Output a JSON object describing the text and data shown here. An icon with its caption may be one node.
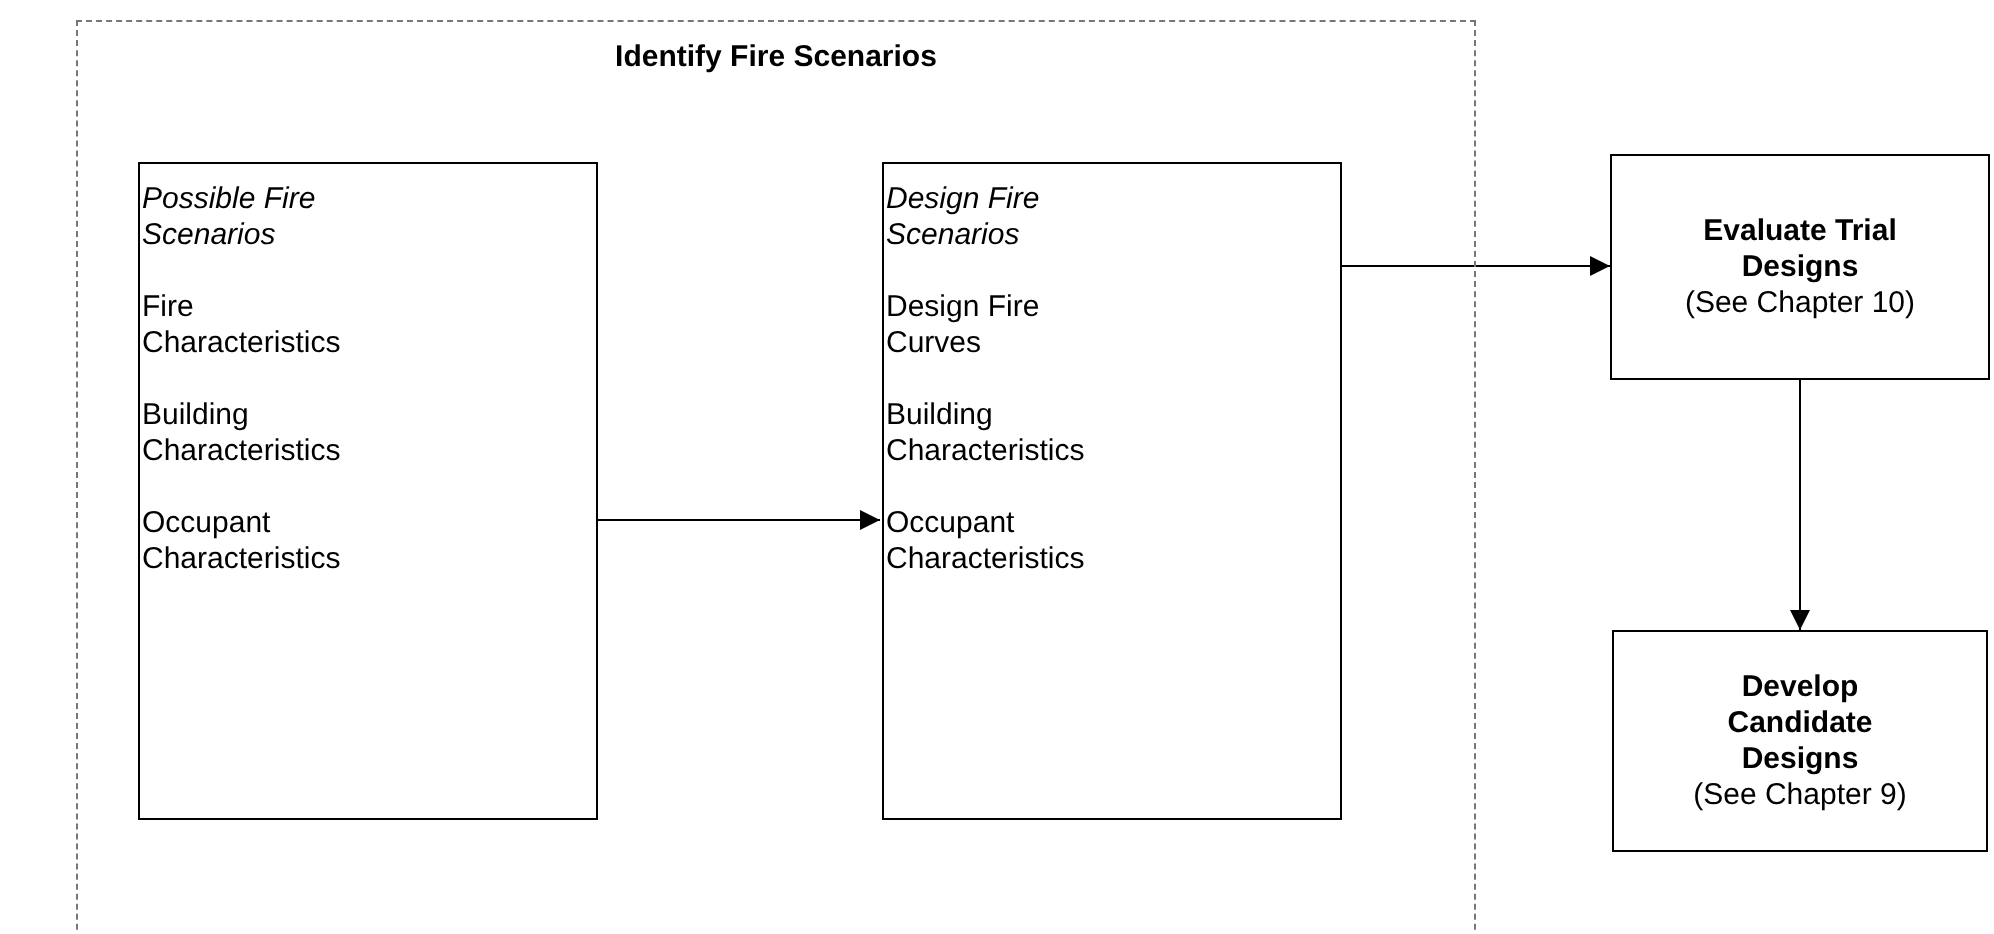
{
  "diagram": {
    "nodes": [
      {
        "text": [
          "Identify Fire Scenarios"
        ]
      },
      {
        "text": [
          "Possible Fire Scenarios",
          "Fire Characteristics",
          "Building Characteristics",
          "Occupant Characteristics"
        ],
        "in": 0
      },
      {
        "text": [
          "Design Fire Scenarios",
          "Design Fire Curves",
          "Building Characteristics",
          "Occupant Characteristics"
        ],
        "in": 0
      },
      {
        "text": [
          "Evaluate Trial Designs",
          "(See Chapter 10)"
        ]
      },
      {
        "text": [
          "Develop Candidate Designs",
          "(See Chapter 9)"
        ]
      }
    ],
    "edges": [
      {
        "from": 1,
        "to": 2,
        "arrow": "to"
      },
      {
        "from": 2,
        "to": 3,
        "arrow": "to"
      },
      {
        "from": 3,
        "to": 4,
        "arrow": "to"
      }
    ]
  }
}
